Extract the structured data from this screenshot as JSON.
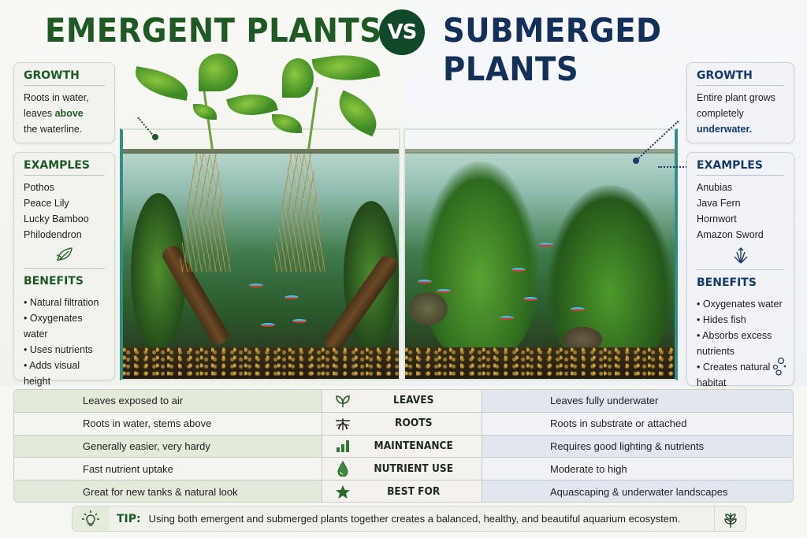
{
  "header": {
    "left_title": "EMERGENT PLANTS",
    "vs_label": "VS",
    "right_title": "SUBMERGED PLANTS"
  },
  "colors": {
    "emergent_accent": "#1f5a24",
    "submerged_accent": "#13305a",
    "vs_badge": "#11482a"
  },
  "emergent": {
    "growth": {
      "heading": "GROWTH",
      "line1": "Roots in water,",
      "line2_prefix": "leaves ",
      "line2_emphasis": "above",
      "line3": "the waterline."
    },
    "examples": {
      "heading": "EXAMPLES",
      "items": [
        "Pothos",
        "Peace Lily",
        "Lucky Bamboo",
        "Philodendron"
      ],
      "icon": "leaf-icon"
    },
    "benefits": {
      "heading": "BENEFITS",
      "items": [
        "Natural filtration",
        "Oxygenates water",
        "Uses nutrients",
        "Adds visual height"
      ],
      "icon": "leaf-icon"
    }
  },
  "submerged": {
    "growth": {
      "heading": "GROWTH",
      "line1": "Entire plant grows",
      "line2": "completely",
      "line3_emphasis": "underwater."
    },
    "examples": {
      "heading": "EXAMPLES",
      "items": [
        "Anubias",
        "Java Fern",
        "Hornwort",
        "Amazon Sword"
      ],
      "icon": "aquatic-plant-icon"
    },
    "benefits": {
      "heading": "BENEFITS",
      "items": [
        "Oxygenates water",
        "Hides fish",
        "Absorbs excess nutrients",
        "Creates natural habitat"
      ],
      "icon": "bubbles-icon"
    }
  },
  "comparison": {
    "rows": [
      {
        "emergent": "Leaves exposed to air",
        "label": "LEAVES",
        "icon": "sprout-icon",
        "submerged": "Leaves fully underwater"
      },
      {
        "emergent": "Roots in water, stems above",
        "label": "ROOTS",
        "icon": "roots-icon",
        "submerged": "Roots in substrate or attached"
      },
      {
        "emergent": "Generally easier, very hardy",
        "label": "MAINTENANCE",
        "icon": "bar-chart-icon",
        "submerged": "Requires good lighting & nutrients"
      },
      {
        "emergent": "Fast nutrient uptake",
        "label": "NUTRIENT USE",
        "icon": "droplet-icon",
        "submerged": "Moderate to high"
      },
      {
        "emergent": "Great for new tanks & natural look",
        "label": "BEST FOR",
        "icon": "star-icon",
        "submerged": "Aquascaping & underwater landscapes"
      }
    ]
  },
  "tip": {
    "label": "TIP:",
    "text": "Using both emergent and submerged plants together creates a balanced, healthy, and beautiful aquarium ecosystem.",
    "icon": "lightbulb-icon",
    "end_icon": "plant-sprig-icon"
  }
}
